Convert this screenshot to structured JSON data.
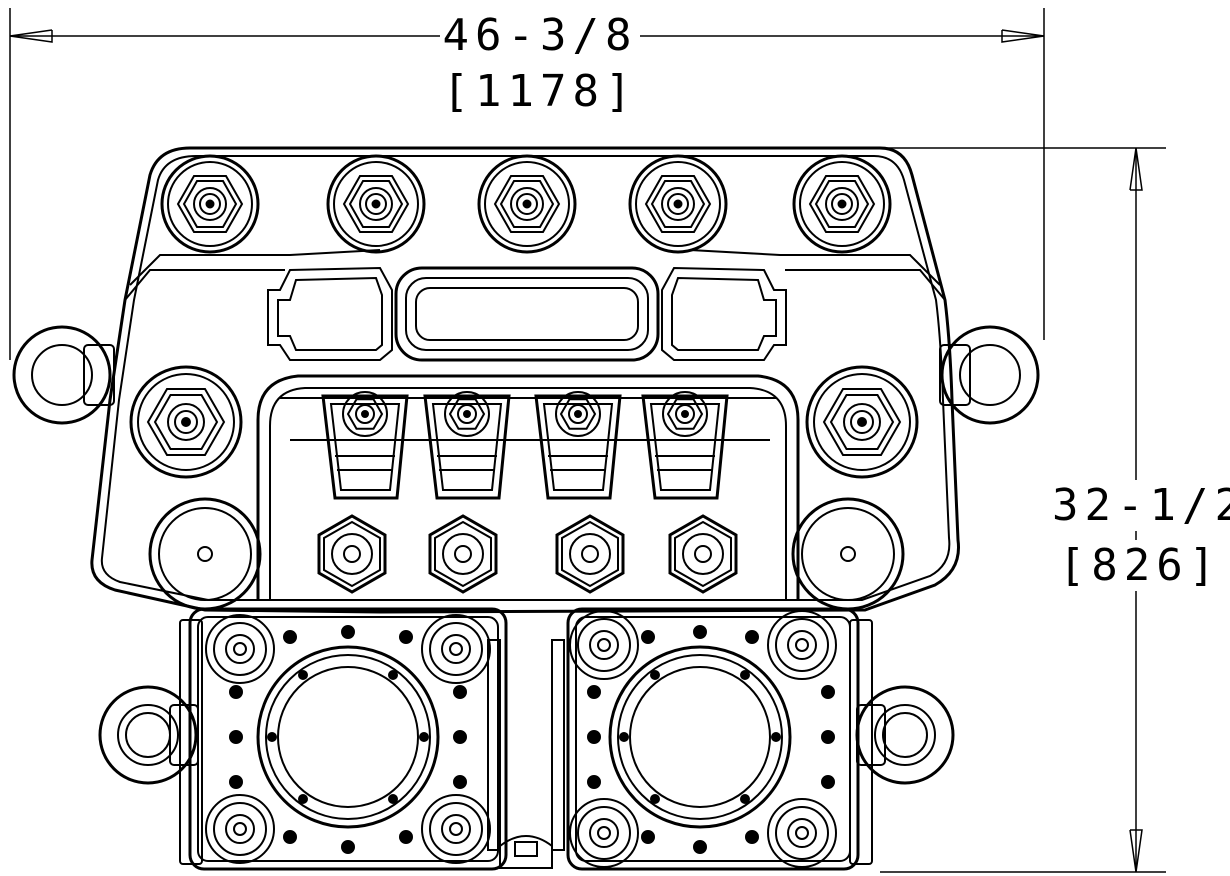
{
  "dimensions": {
    "width_imperial": "46-3/8",
    "width_metric": "[1178]",
    "height_imperial": "32-1/2",
    "height_metric": "[826]"
  },
  "colors": {
    "line": "#000000",
    "background": "#ffffff"
  }
}
